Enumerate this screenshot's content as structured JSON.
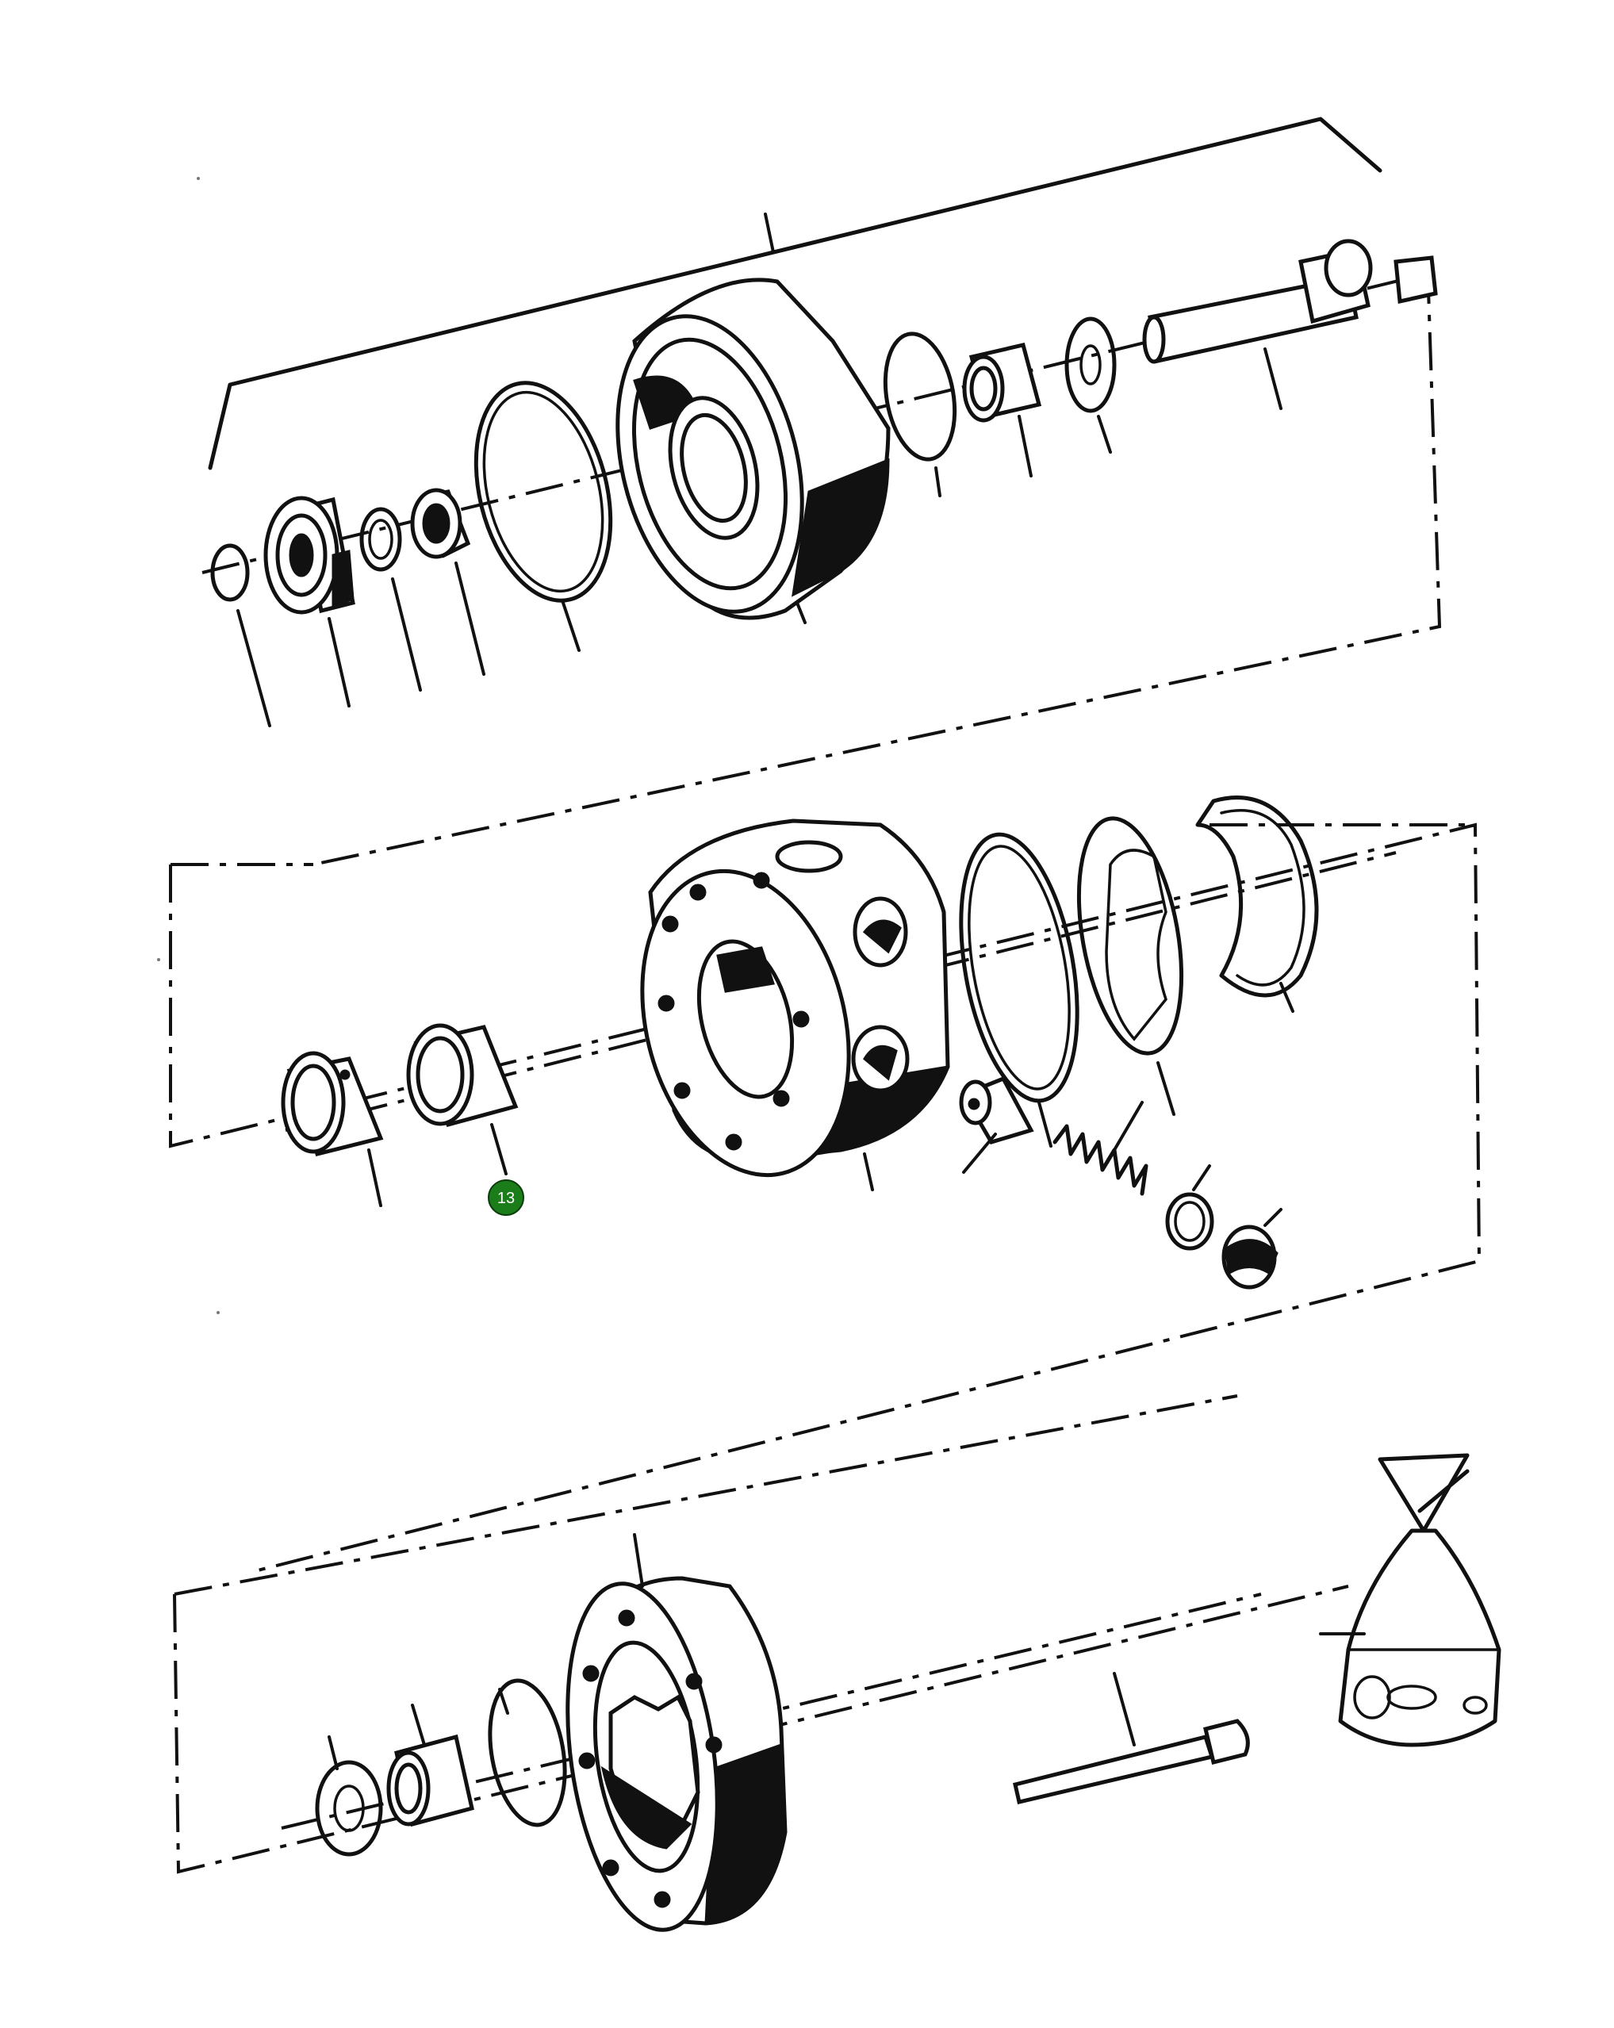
{
  "diagram": {
    "callouts": [
      {
        "number": "13",
        "color": "#1a7d1a",
        "part": "bushing-middle-group"
      }
    ],
    "icons": {
      "marker": "number-badge"
    }
  }
}
